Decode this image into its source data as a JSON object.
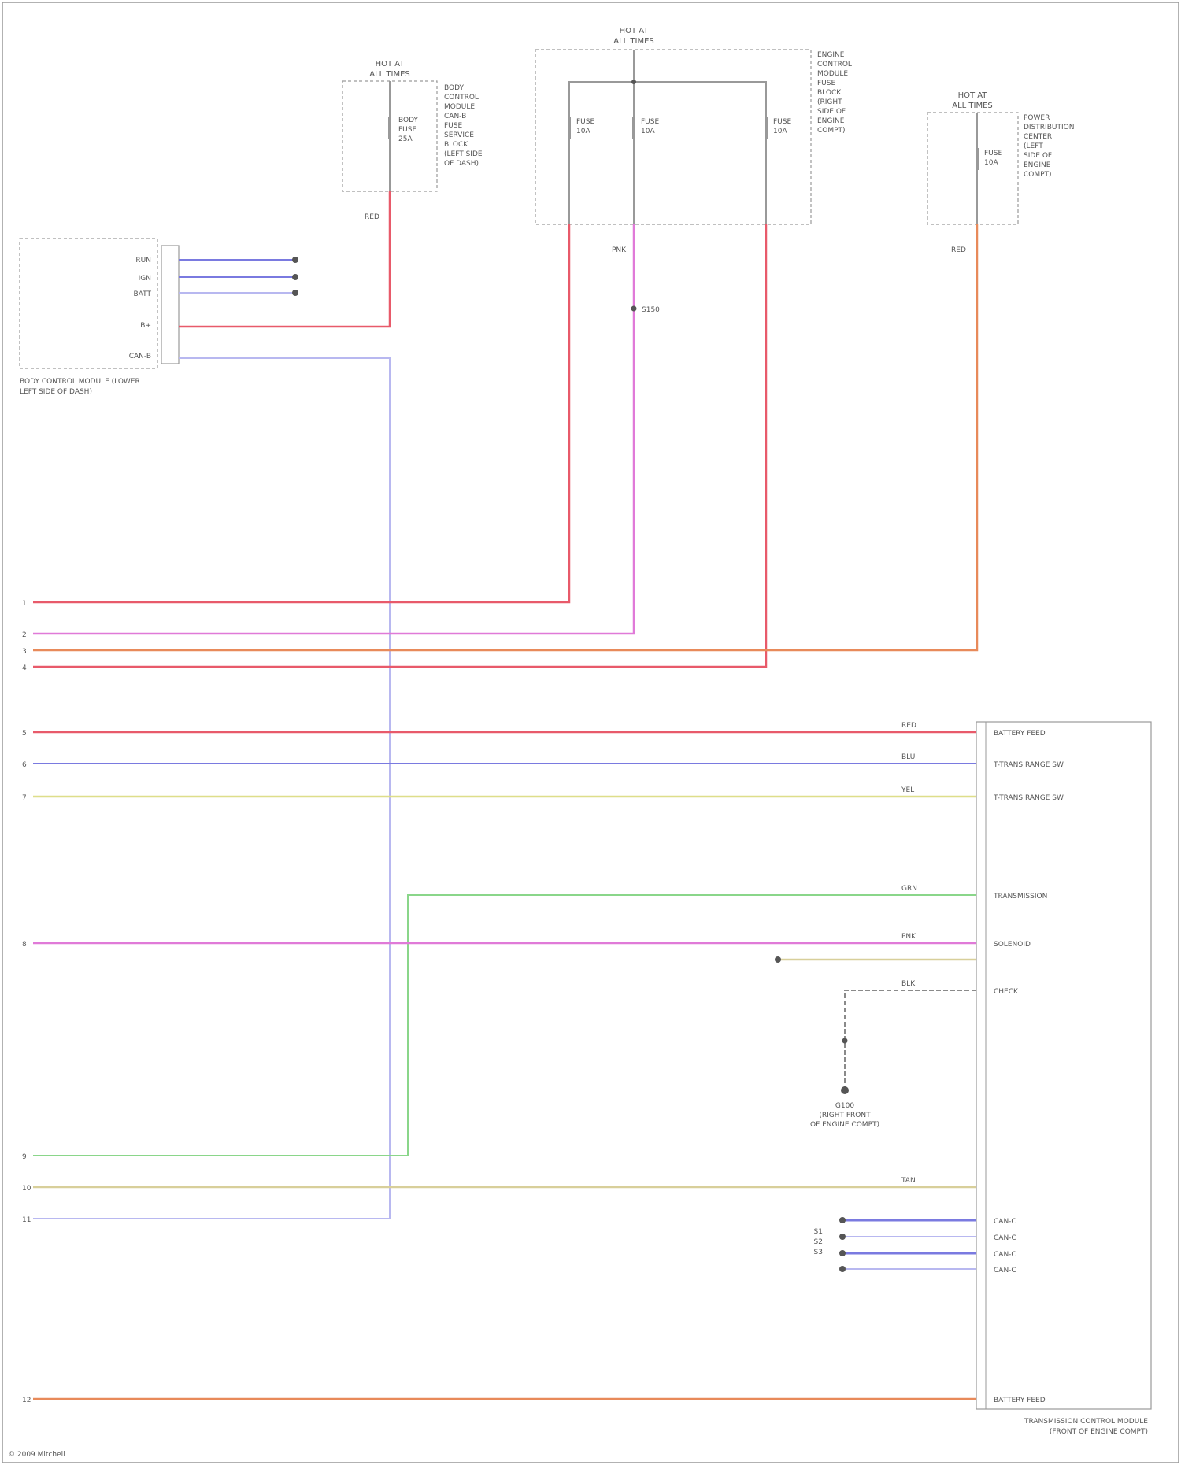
{
  "colors": {
    "frame": "#999999",
    "box_dash": "#9a9a9a",
    "wire_red": "#e85a6a",
    "wire_pink": "#e07ad8",
    "wire_orange": "#e88a5a",
    "wire_blue": "#7a7ae0",
    "wire_lightblue": "#b8b8f0",
    "wire_yellow": "#dede8a",
    "wire_green": "#8ad68a",
    "wire_tan": "#d8cf9a",
    "wire_gray": "#8a8a8a",
    "splice_dot": "#555555"
  },
  "fuse_box_1": {
    "header": [
      "HOT AT",
      "ALL TIMES"
    ],
    "fuse_label": [
      "BODY",
      "FUSE",
      "25A"
    ],
    "side_text": [
      "BODY",
      "CONTROL",
      "MODULE",
      "CAN-B",
      "FUSE",
      "SERVICE",
      "BLOCK",
      "(LEFT SIDE",
      "OF DASH)"
    ]
  },
  "fuse_box_2": {
    "header": [
      "HOT AT",
      "ALL TIMES"
    ],
    "fuse_left": [
      "FUSE",
      "10A"
    ],
    "fuse_mid": [
      "FUSE",
      "10A"
    ],
    "fuse_right": [
      "FUSE",
      "10A"
    ],
    "side_text": [
      "ENGINE",
      "CONTROL",
      "MODULE",
      "FUSE",
      "BLOCK",
      "(RIGHT",
      "SIDE OF",
      "ENGINE",
      "COMPT)"
    ]
  },
  "fuse_box_3": {
    "header": [
      "HOT AT",
      "ALL TIMES"
    ],
    "fuse_label": [
      "FUSE",
      "10A"
    ],
    "side_text": [
      "POWER",
      "DISTRIBUTION",
      "CENTER",
      "(LEFT",
      "SIDE OF",
      "ENGINE",
      "COMPT)"
    ]
  },
  "bcm": {
    "caption": [
      "BODY CONTROL MODULE (LOWER",
      "LEFT SIDE OF DASH)"
    ],
    "pins": [
      "RUN",
      "IGN",
      "BATT",
      "B+",
      "CAN-B"
    ]
  },
  "wire_labels": {
    "red_top": "RED",
    "pink_top": "PNK",
    "splice": "S150",
    "red_box3": "RED"
  },
  "tcm": {
    "caption": [
      "TRANSMISSION CONTROL MODULE",
      "(FRONT OF ENGINE COMPT)"
    ],
    "pin_labels": [
      "BATTERY FEED",
      "T-TRANS RANGE SW",
      "T-TRANS RANGE SW",
      "TRANSMISSION",
      "SOLENOID",
      "CHECK",
      "CAN-C",
      "CAN-C",
      "CAN-C",
      "CAN-C",
      "BATTERY FEED"
    ],
    "ground": [
      "G100",
      "(RIGHT FRONT",
      "OF ENGINE COMPT)"
    ],
    "splice_left": [
      "S1",
      "S2",
      "S3"
    ],
    "wire_codes": [
      "RED",
      "BLU",
      "YEL",
      "GRN",
      "PNK",
      "TAN",
      "BLK"
    ]
  },
  "left_pins": [
    "1",
    "2",
    "3",
    "4",
    "5",
    "6",
    "7",
    "8",
    "9",
    "10",
    "11",
    "12"
  ],
  "footer": "© 2009 Mitchell"
}
